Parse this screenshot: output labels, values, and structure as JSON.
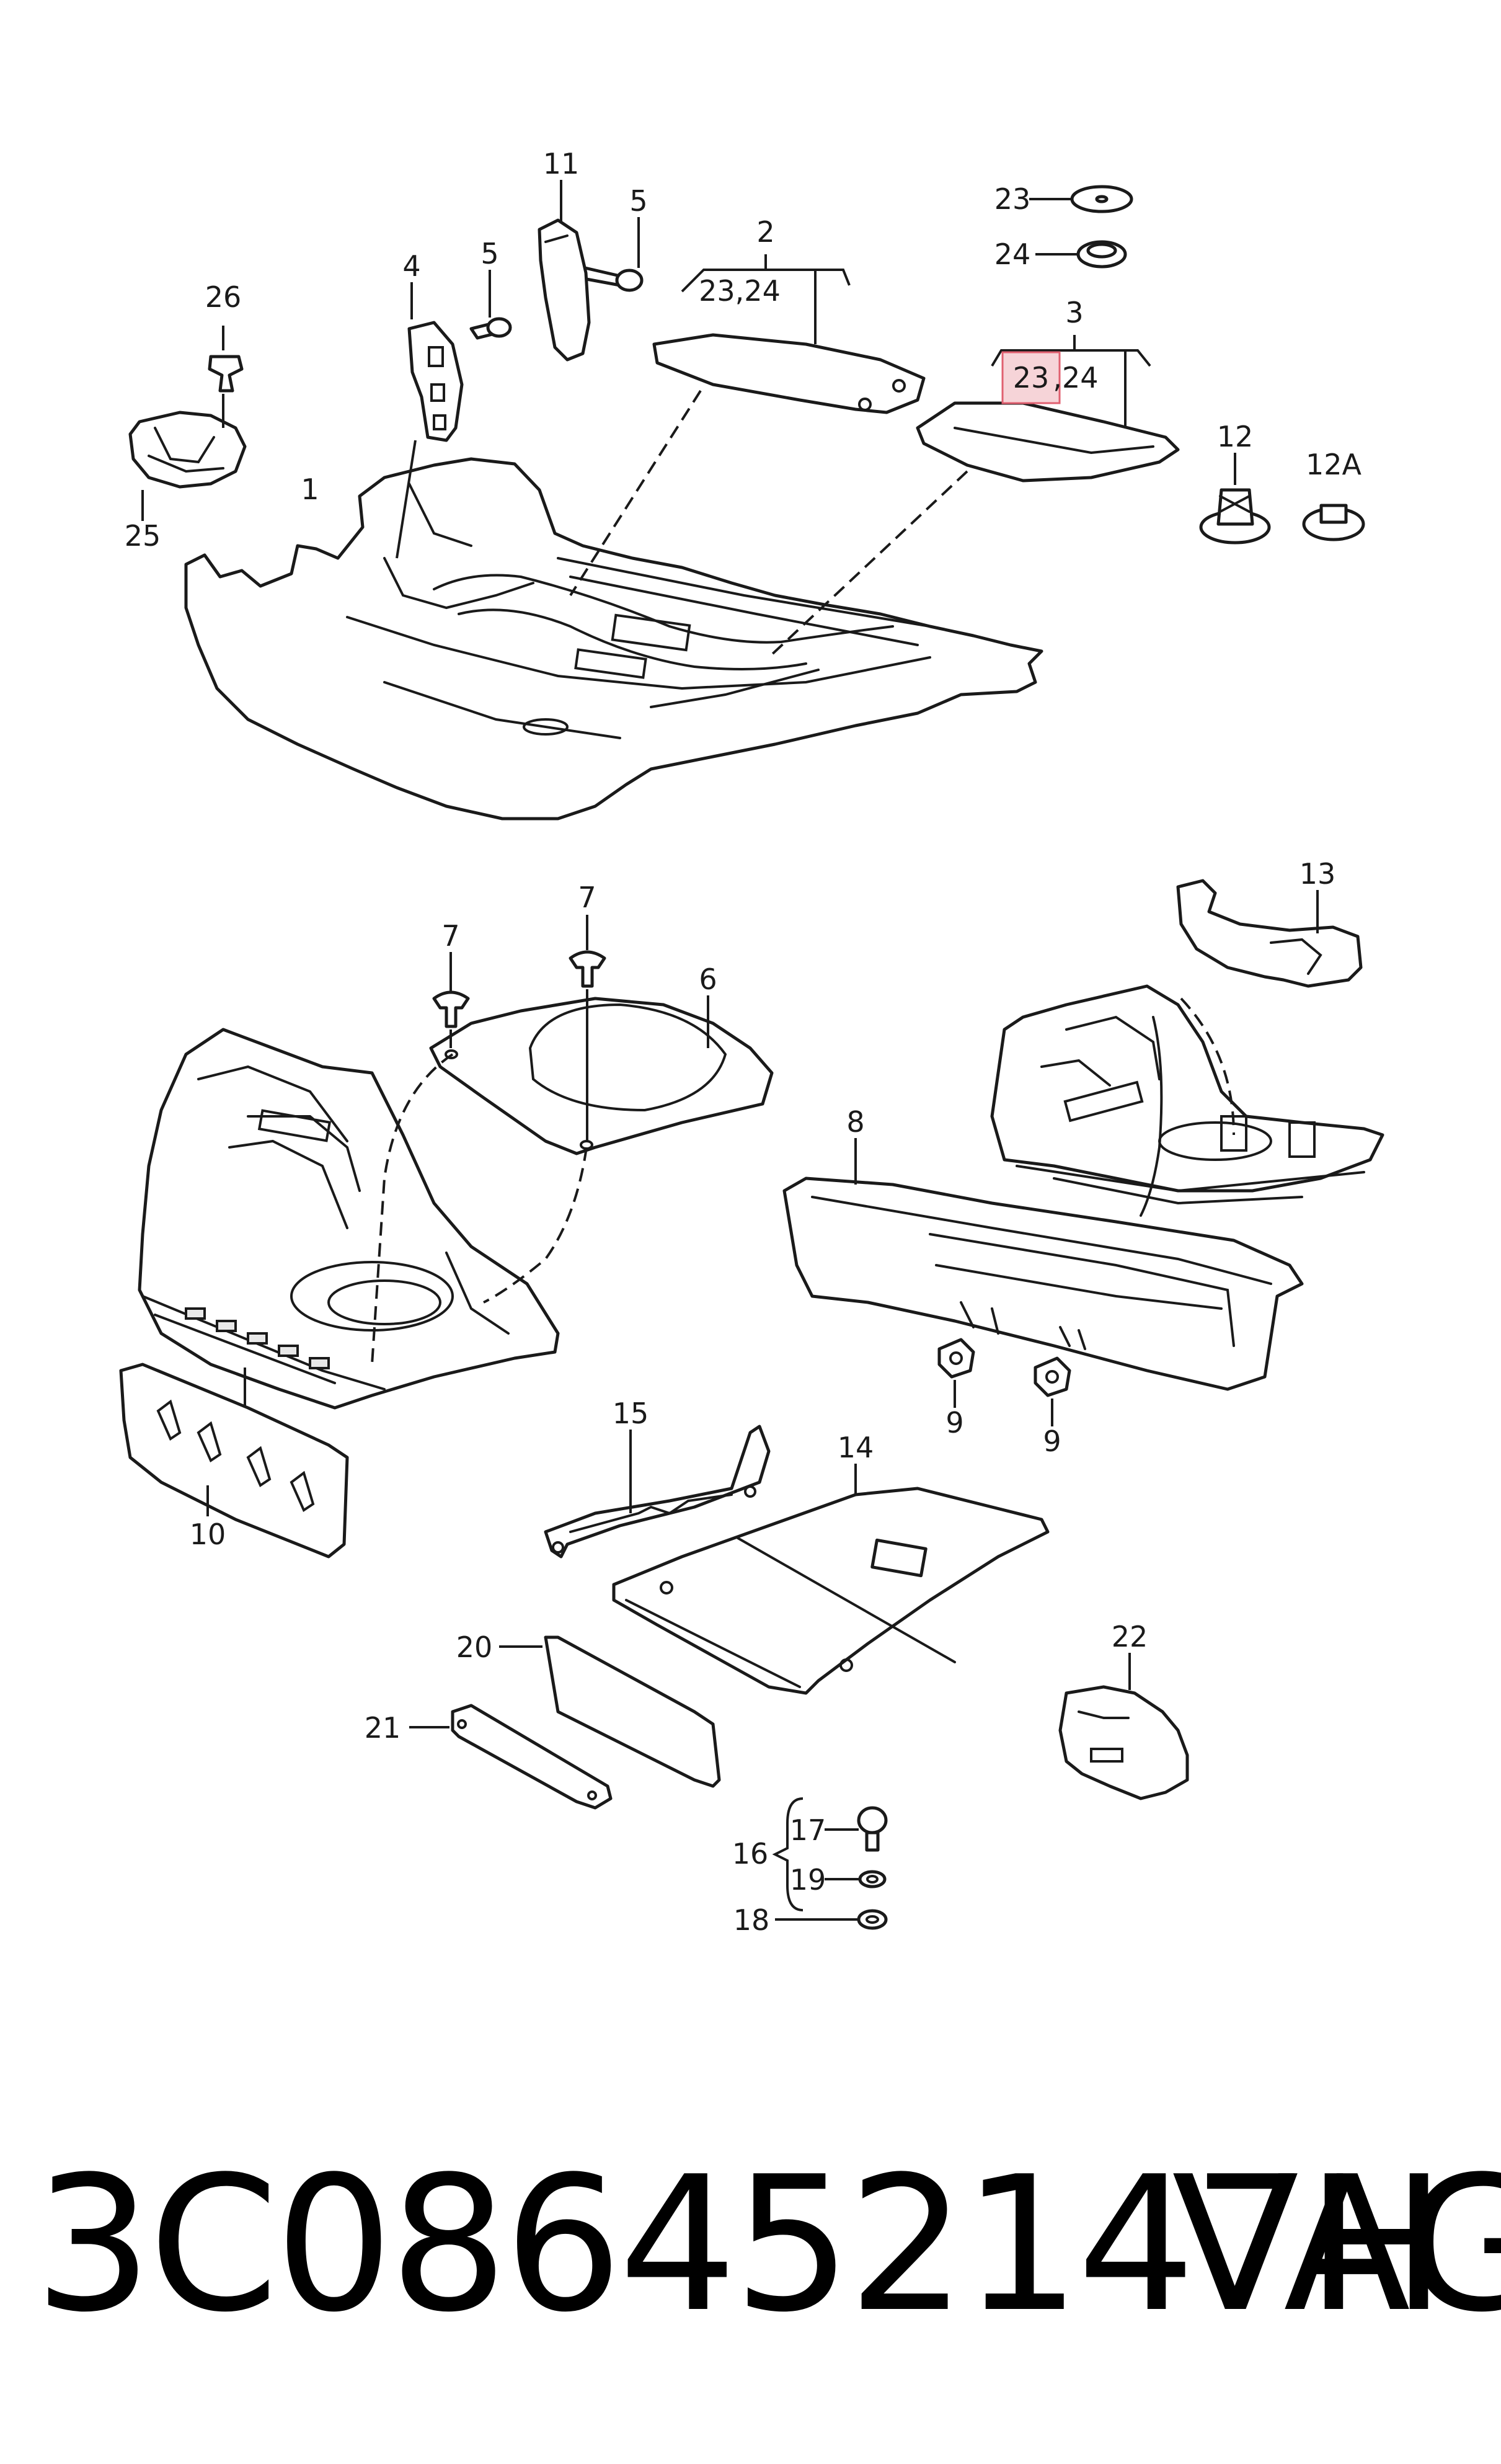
{
  "callouts": {
    "c1": "1",
    "c2": "2",
    "c2_sub": "23,24",
    "c3": "3",
    "c3_sub_a": "23",
    "c3_sub_b": ",24",
    "c4": "4",
    "c5a": "5",
    "c5b": "5",
    "c6": "6",
    "c7a": "7",
    "c7b": "7",
    "c8": "8",
    "c9a": "9",
    "c9b": "9",
    "c10": "10",
    "c11": "11",
    "c12": "12",
    "c12a": "12A",
    "c13": "13",
    "c14": "14",
    "c15": "15",
    "c16": "16",
    "c17": "17",
    "c18": "18",
    "c19": "19",
    "c20": "20",
    "c21": "21",
    "c22": "22",
    "c23": "23",
    "c24": "24",
    "c25": "25",
    "c26": "26"
  },
  "highlight_color": "#e8a0a8",
  "footer": {
    "part_number": "3C086452147H",
    "brand": "VAG"
  }
}
